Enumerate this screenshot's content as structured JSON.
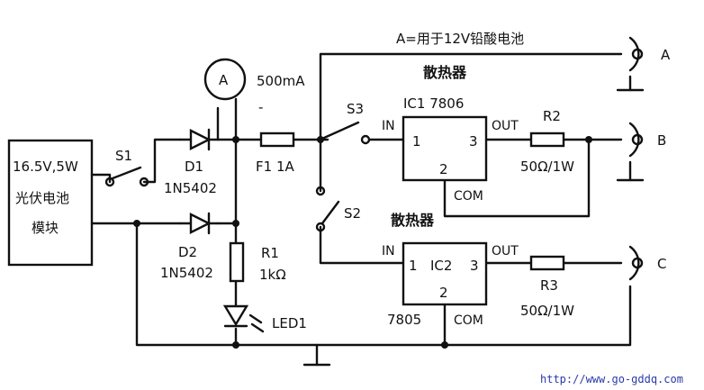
{
  "labels": {
    "module": [
      "16.5V,5W",
      "光伏电池",
      "模块"
    ],
    "s1": "S1",
    "d1": "D1",
    "d1_part": "1N5402",
    "d2": "D2",
    "d2_part": "1N5402",
    "ammeter": "A",
    "current": "500mA",
    "minus": "-",
    "fuse": "F1  1A",
    "r1": "R1",
    "r1_value": "1kΩ",
    "led": "LED1",
    "s3": "S3",
    "s2": "S2",
    "output_note": "A=用于12V铅酸电池",
    "heatsink_top": "散热器",
    "heatsink_bottom": "散热器",
    "ic1_name": "IC1  7806",
    "ic1_in": "IN",
    "ic1_out": "OUT",
    "ic1_pin1": "1",
    "ic1_pin2": "2",
    "ic1_pin3": "3",
    "ic1_com": "COM",
    "ic2_name": "IC2",
    "ic2_part": "7805",
    "ic2_in": "IN",
    "ic2_out": "OUT",
    "ic2_pin1": "1",
    "ic2_pin2": "2",
    "ic2_pin3": "3",
    "ic2_com": "COM",
    "r2": "R2",
    "r2_value": "50Ω/1W",
    "r3": "R3",
    "r3_value": "50Ω/1W",
    "out_a": "A",
    "out_b": "B",
    "out_c": "C"
  },
  "watermark": "http://www.go-gddq.com"
}
